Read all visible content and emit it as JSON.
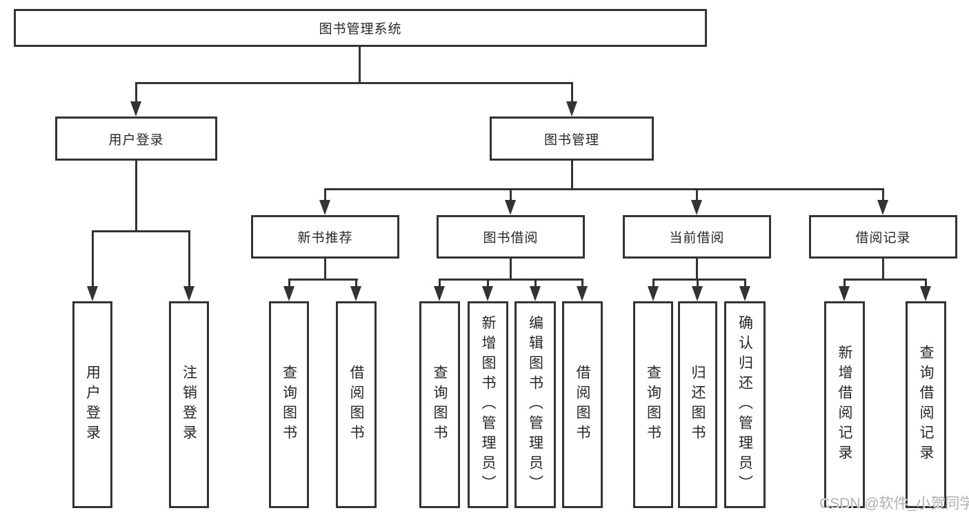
{
  "diagram": {
    "root": {
      "label": "图书管理系统"
    },
    "level2": [
      {
        "id": "user-login",
        "label": "用户登录"
      },
      {
        "id": "book-management",
        "label": "图书管理"
      }
    ],
    "level3": [
      {
        "id": "new-book-recommend",
        "label": "新书推荐"
      },
      {
        "id": "book-borrowing",
        "label": "图书借阅"
      },
      {
        "id": "current-borrowing",
        "label": "当前借阅"
      },
      {
        "id": "borrowing-records",
        "label": "借阅记录"
      }
    ],
    "leaves": {
      "user_login": [
        "用户登录",
        "注销登录"
      ],
      "new_book_recommend": [
        "查询图书",
        "借阅图书"
      ],
      "book_borrowing": [
        "查询图书",
        "新增图书（管理员）",
        "编辑图书（管理员）",
        "借阅图书"
      ],
      "current_borrowing": [
        "查询图书",
        "归还图书",
        "确认归还（管理员）"
      ],
      "borrowing_records": [
        "新增借阅记录",
        "查询借阅记录"
      ]
    },
    "watermark": "CSDN @软件_小贺同学",
    "colors": {
      "line": "#333333",
      "text": "#262626",
      "box_background": "#ffffff",
      "page_background": "#ffffff",
      "watermark": "#b0b0b0"
    }
  }
}
